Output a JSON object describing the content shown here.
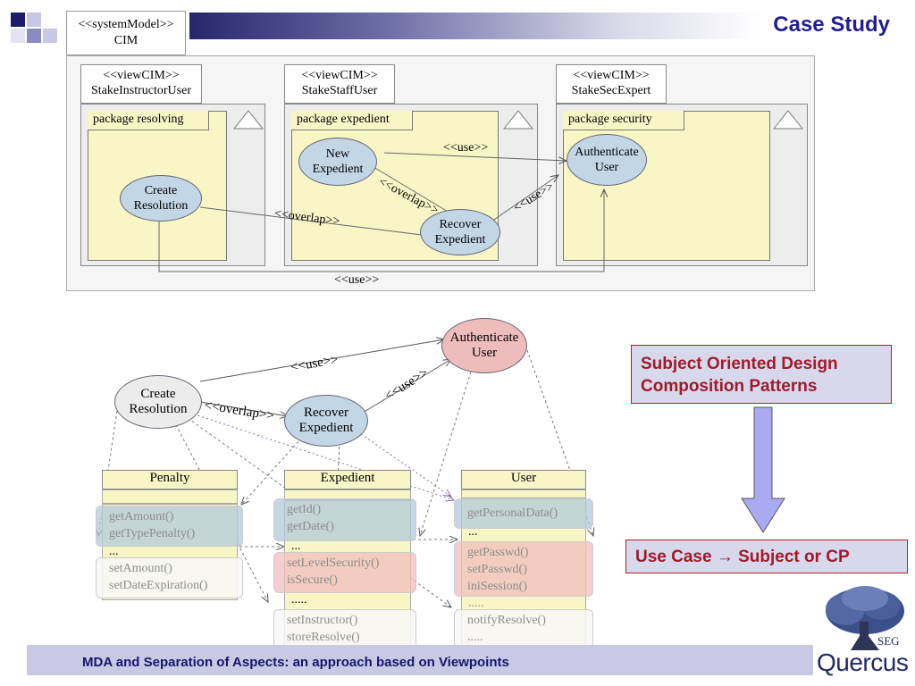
{
  "title": "Case Study",
  "footer": "MDA and Separation of Aspects: an approach based on Viewpoints",
  "logo": {
    "small": "SEG",
    "big": "Quercus"
  },
  "cim": {
    "tab_stereotype": "<<systemModel>>",
    "tab_name": "CIM",
    "views": [
      {
        "stereotype": "<<viewCIM>>",
        "name": "StakeInstructorUser",
        "package": "package resolving"
      },
      {
        "stereotype": "<<viewCIM>>",
        "name": "StakeStaffUser",
        "package": "package expedient"
      },
      {
        "stereotype": "<<viewCIM>>",
        "name": "StakeSecExpert",
        "package": "package security"
      }
    ],
    "usecases": {
      "create_resolution": "Create\nResolution",
      "new_expedient": "New\nExpedient",
      "recover_expedient": "Recover\nExpedient",
      "authenticate_user": "Authenticate\nUser"
    },
    "labels": {
      "use_top": "<<use>>",
      "overlap_new": "<<overlap>>",
      "use_diag": "<<use>>",
      "overlap_create": "<<overlap>>",
      "use_bottom": "<<use>>"
    }
  },
  "lower": {
    "usecases": {
      "authenticate_user": "Authenticate\nUser",
      "create_resolution": "Create\nResolution",
      "recover_expedient": "Recover\nExpedient"
    },
    "labels": {
      "use_top": "<<use>>",
      "use_diag": "<<use>>",
      "overlap": "<<overlap>>"
    },
    "classes": {
      "penalty": {
        "name": "Penalty",
        "group1": [
          "getAmount()",
          "getTypePenalty()"
        ],
        "sep": "...",
        "group2": [
          "setAmount()",
          "setDateExpiration()"
        ]
      },
      "expedient": {
        "name": "Expedient",
        "group1": [
          "getId()",
          "getDate()"
        ],
        "sep": "...",
        "group2": [
          "setLevelSecurity()",
          "isSecure()"
        ],
        "sep2": ".....",
        "group3": [
          "setInstructor()",
          "storeResolve()"
        ],
        "tail": "....."
      },
      "user": {
        "name": "User",
        "group1": [
          "getPersonalData()"
        ],
        "sep": "...",
        "group2": [
          "getPasswd()",
          "setPasswd()",
          "iniSession()"
        ],
        "sep2": ".....",
        "group3": [
          "notifyResolve()",
          "....."
        ]
      }
    }
  },
  "callouts": {
    "subject": "Subject Oriented Design Composition Patterns",
    "usecase": "Use Case → Subject or  CP"
  },
  "colors": {
    "title": "#1f1f8f",
    "callout_text": "#a01a2a",
    "callout_bg": "#d8d8ec",
    "arrow_fill": "#aaaaf2",
    "uc_blue": "#c3d6e6",
    "uc_pink": "#efbcbc",
    "class_fill": "#f9f6c6"
  }
}
